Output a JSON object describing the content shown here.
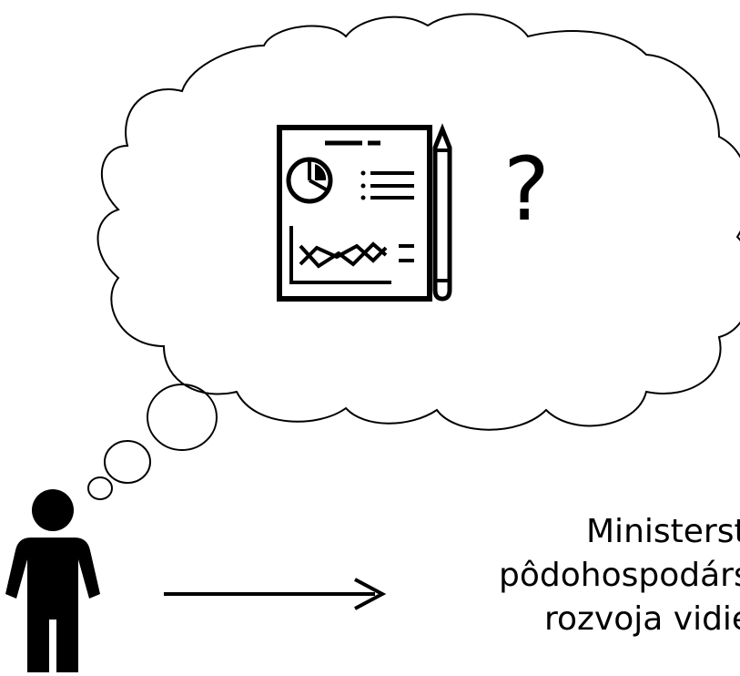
{
  "question_mark": "?",
  "ministry_text": {
    "line1": "Ministerstvo",
    "line2": "pôdohospodárstva a",
    "line3": "rozvoja vidieka"
  },
  "icons": [
    "person-icon",
    "report-document-icon",
    "pencil-icon",
    "pie-chart-icon",
    "line-chart-icon"
  ],
  "colors": {
    "stroke": "#000000",
    "background": "#ffffff"
  }
}
